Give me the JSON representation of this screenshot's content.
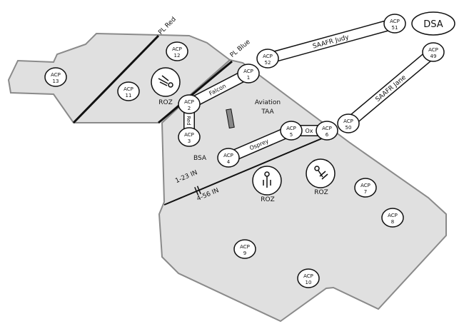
{
  "colors": {
    "area": "#e0e0e0",
    "outline": "#8a8a8a",
    "line": "#111111"
  },
  "phase_lines": [
    {
      "label": "PL Red"
    },
    {
      "label": "PL Blue"
    }
  ],
  "acps": [
    {
      "num": "13"
    },
    {
      "num": "12"
    },
    {
      "num": "11"
    },
    {
      "num": "2"
    },
    {
      "num": "3"
    },
    {
      "num": "1"
    },
    {
      "num": "52"
    },
    {
      "num": "51"
    },
    {
      "num": "49"
    },
    {
      "num": "50"
    },
    {
      "num": "6"
    },
    {
      "num": "5"
    },
    {
      "num": "4"
    },
    {
      "num": "7"
    },
    {
      "num": "8"
    },
    {
      "num": "9"
    },
    {
      "num": "10"
    }
  ],
  "acp_label": "ACP",
  "corridors": [
    {
      "label": "Falcon"
    },
    {
      "label": "Red"
    },
    {
      "label": "Osprey"
    },
    {
      "label": "Ox"
    },
    {
      "label": "SAAFR Judy"
    },
    {
      "label": "SAAFR Jane"
    }
  ],
  "areas": {
    "dsa": "DSA",
    "bsa": "BSA",
    "taa_line1": "Aviation",
    "taa_line2": "TAA",
    "roz": "ROZ"
  },
  "boundary": {
    "upper": "1-23 IN",
    "lower": "4-56 IN"
  }
}
